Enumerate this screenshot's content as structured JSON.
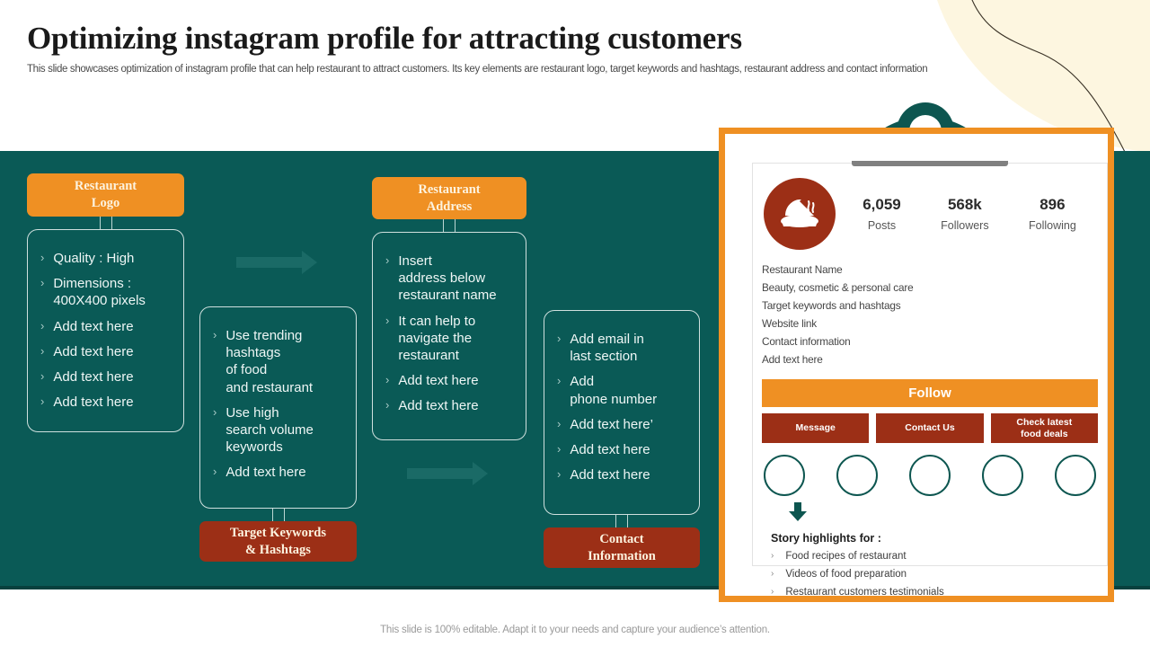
{
  "header": {
    "title": "Optimizing instagram profile for attracting customers",
    "subtitle": "This slide showcases optimization of instagram profile that can help restaurant to attract customers. Its key elements are restaurant logo, target keywords and hashtags, restaurant address and contact information"
  },
  "colors": {
    "teal": "#0a5a56",
    "orange": "#ef9023",
    "dark_red": "#9c2f16",
    "cream": "#fdf6e0"
  },
  "columns": [
    {
      "id": "restaurant-logo",
      "cap_label": "Restaurant\nLogo",
      "cap_color": "orange",
      "cap_position": "top",
      "bullets": [
        "Quality : High",
        "Dimensions :\n400X400 pixels",
        "Add text here",
        "Add text here",
        "Add text here",
        "Add text here"
      ]
    },
    {
      "id": "target-keywords-hashtags",
      "cap_label": "Target Keywords\n& Hashtags",
      "cap_color": "red",
      "cap_position": "bottom",
      "bullets": [
        "Use trending\nhashtags\nof food\nand restaurant",
        "Use high\nsearch volume\nkeywords",
        "Add text here"
      ]
    },
    {
      "id": "restaurant-address",
      "cap_label": "Restaurant\nAddress",
      "cap_color": "orange",
      "cap_position": "top",
      "bullets": [
        "Insert\naddress below\nrestaurant name",
        "It can help to\nnavigate the\nrestaurant",
        "Add text here",
        "Add text here"
      ]
    },
    {
      "id": "contact-information",
      "cap_label": "Contact\nInformation",
      "cap_color": "red",
      "cap_position": "bottom",
      "bullets": [
        "Add email in\nlast section",
        "Add\nphone number",
        "Add text here’",
        "Add text here",
        "Add text here"
      ]
    }
  ],
  "profile": {
    "avatar_icon": "food-cloche-icon",
    "stats": [
      {
        "value": "6,059",
        "label": "Posts"
      },
      {
        "value": "568k",
        "label": "Followers"
      },
      {
        "value": "896",
        "label": "Following"
      }
    ],
    "bio_lines": [
      "Restaurant Name",
      "Beauty, cosmetic & personal care",
      "Target keywords and hashtags",
      "Website link",
      "Contact information",
      "Add text here"
    ],
    "follow_label": "Follow",
    "action_buttons": [
      "Message",
      "Contact Us",
      "Check latest\nfood deals"
    ],
    "story_circles": 5,
    "highlights_title": "Story highlights for :",
    "highlights": [
      "Food recipes of restaurant",
      "Videos of food preparation",
      "Restaurant customers testimonials"
    ]
  },
  "footer": "This slide is 100% editable. Adapt it to your needs and capture your audience’s attention."
}
